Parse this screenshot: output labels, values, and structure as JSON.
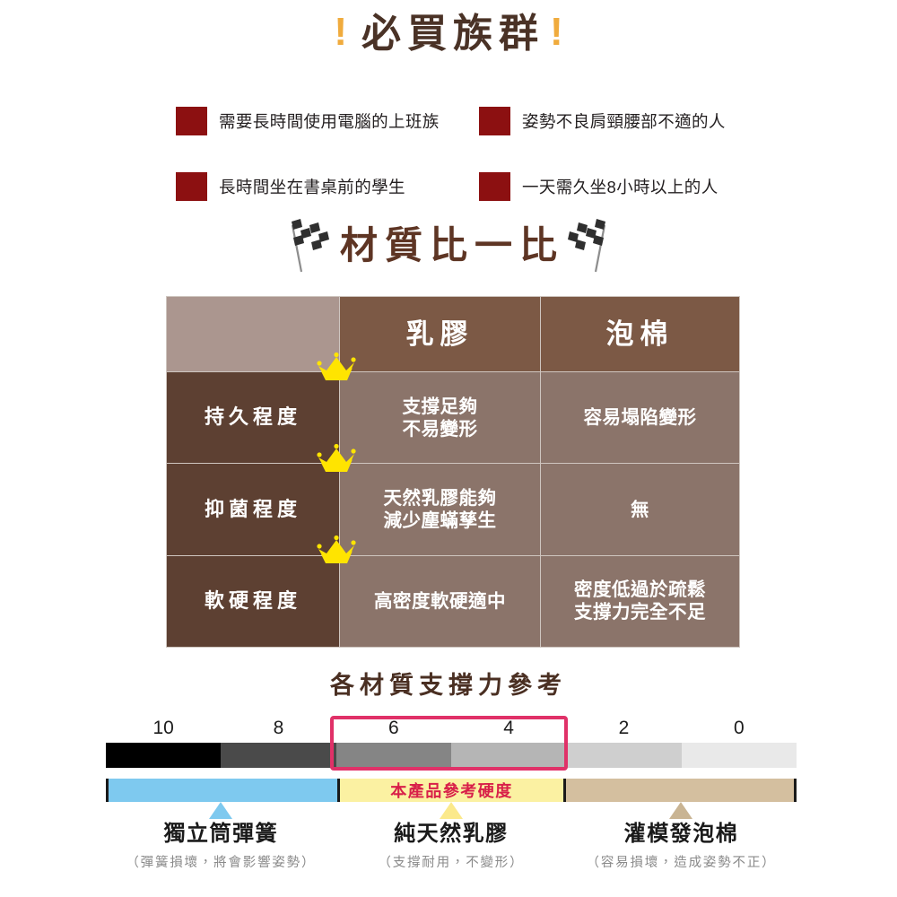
{
  "title": {
    "text": "必買族群",
    "bang_left": "!",
    "bang_right": "!",
    "color": "#4a3226",
    "bang_color": "#f0ab3d"
  },
  "audience": {
    "bullet_color": "#8c1011",
    "items": [
      {
        "label": "需要長時間使用電腦的上班族"
      },
      {
        "label": "姿勢不良肩頸腰部不適的人"
      },
      {
        "label": "長時間坐在書桌前的學生"
      },
      {
        "label": "一天需久坐8小時以上的人"
      }
    ]
  },
  "section": {
    "heading": "材質比一比",
    "heading_color": "#5e3524",
    "flag_icon": "checkered-flag-icon"
  },
  "comparison": {
    "corner_label": "",
    "columns": [
      "乳膠",
      "泡棉"
    ],
    "crown_icon": "crown-icon",
    "crown_color": "#ffe400",
    "colors": {
      "corner": "#ab968f",
      "header": "#7c5945",
      "row_label": "#5d4032",
      "body": "#8b746a"
    },
    "rows": [
      {
        "label": "持久程度",
        "latex": "支撐足夠\n不易變形",
        "latex_lines": [
          "支撐足夠",
          "不易變形"
        ],
        "foam": "容易塌陷變形",
        "foam_lines": [
          "容易塌陷變形"
        ]
      },
      {
        "label": "抑菌程度",
        "latex": "天然乳膠能夠\n減少塵蟎孳生",
        "latex_lines": [
          "天然乳膠能夠",
          "減少塵蟎孳生"
        ],
        "foam": "無",
        "foam_lines": [
          "無"
        ]
      },
      {
        "label": "軟硬程度",
        "latex": "高密度軟硬適中",
        "latex_lines": [
          "高密度軟硬適中"
        ],
        "foam": "密度低過於疏鬆\n支撐力完全不足",
        "foam_lines": [
          "密度低過於疏鬆",
          "支撐力完全不足"
        ]
      }
    ]
  },
  "chart_data": {
    "type": "bar",
    "title": "各材質支撐力參考",
    "xlabel": "",
    "ylabel": "",
    "categories": [
      "10",
      "8",
      "6",
      "4",
      "2",
      "0"
    ],
    "values": [
      10,
      8,
      6,
      4,
      2,
      0
    ],
    "tick_labels": [
      "10",
      "8",
      "6",
      "4",
      "2",
      "0"
    ],
    "segment_colors": [
      "#000000",
      "#4a4a4a",
      "#858585",
      "#b5b5b5",
      "#cfcfcf",
      "#e9e9e9"
    ],
    "highlight": {
      "label": "本產品參考硬度",
      "covers": [
        "6",
        "4"
      ],
      "border_color": "#e03168"
    },
    "grid": false,
    "legend_position": "bottom",
    "series": [
      {
        "name": "獨立筒彈簧",
        "covers": [
          "10",
          "8"
        ],
        "color": "#7ec9ef",
        "pointer_at": "8",
        "note": "（彈簧損壞，將會影響姿勢）"
      },
      {
        "name": "純天然乳膠",
        "covers": [
          "6",
          "4"
        ],
        "color": "#fbf1a2",
        "pointer_at": "4",
        "note": "（支撐耐用，不變形）"
      },
      {
        "name": "灌模發泡棉",
        "covers": [
          "2",
          "0"
        ],
        "color": "#d4bf9f",
        "pointer_at": "2",
        "note": "（容易損壞，造成姿勢不正）"
      }
    ]
  },
  "scale": {
    "title": "各材質支撐力參考",
    "ticks": [
      "10",
      "8",
      "6",
      "4",
      "2",
      "0"
    ],
    "highlight_label": "本產品參考硬度",
    "materials": [
      {
        "name": "獨立筒彈簧",
        "note": "（彈簧損壞，將會影響姿勢）",
        "color": "#7ec9ef"
      },
      {
        "name": "純天然乳膠",
        "note": "（支撐耐用，不變形）",
        "color": "#fbf1a2"
      },
      {
        "name": "灌模發泡棉",
        "note": "（容易損壞，造成姿勢不正）",
        "color": "#d4bf9f"
      }
    ]
  }
}
